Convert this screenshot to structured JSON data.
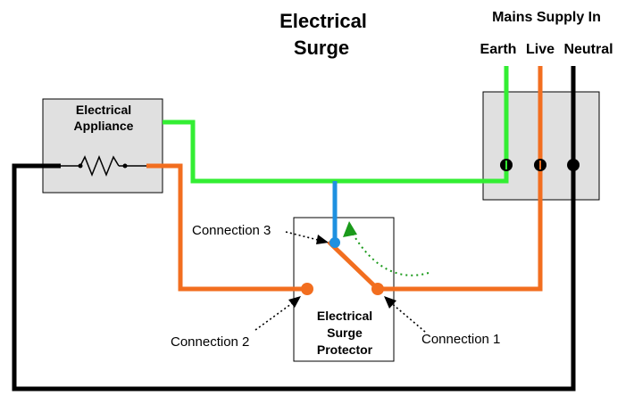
{
  "title": {
    "line1": "Electrical",
    "line2": "Surge"
  },
  "mains": {
    "heading": "Mains Supply In",
    "earth": "Earth",
    "live": "Live",
    "neutral": "Neutral"
  },
  "appliance": {
    "line1": "Electrical",
    "line2": "Appliance"
  },
  "protector": {
    "line1": "Electrical",
    "line2": "Surge",
    "line3": "Protector"
  },
  "connections": {
    "c1": "Connection 1",
    "c2": "Connection 2",
    "c3": "Connection 3"
  },
  "colors": {
    "earth_wire": "#33ee33",
    "live_wire": "#f26e1f",
    "neutral_wire": "#000000",
    "surge_wire": "#1e90e0",
    "surge_arrow": "#1a9a1a",
    "box_fill": "#e0e0e0"
  }
}
